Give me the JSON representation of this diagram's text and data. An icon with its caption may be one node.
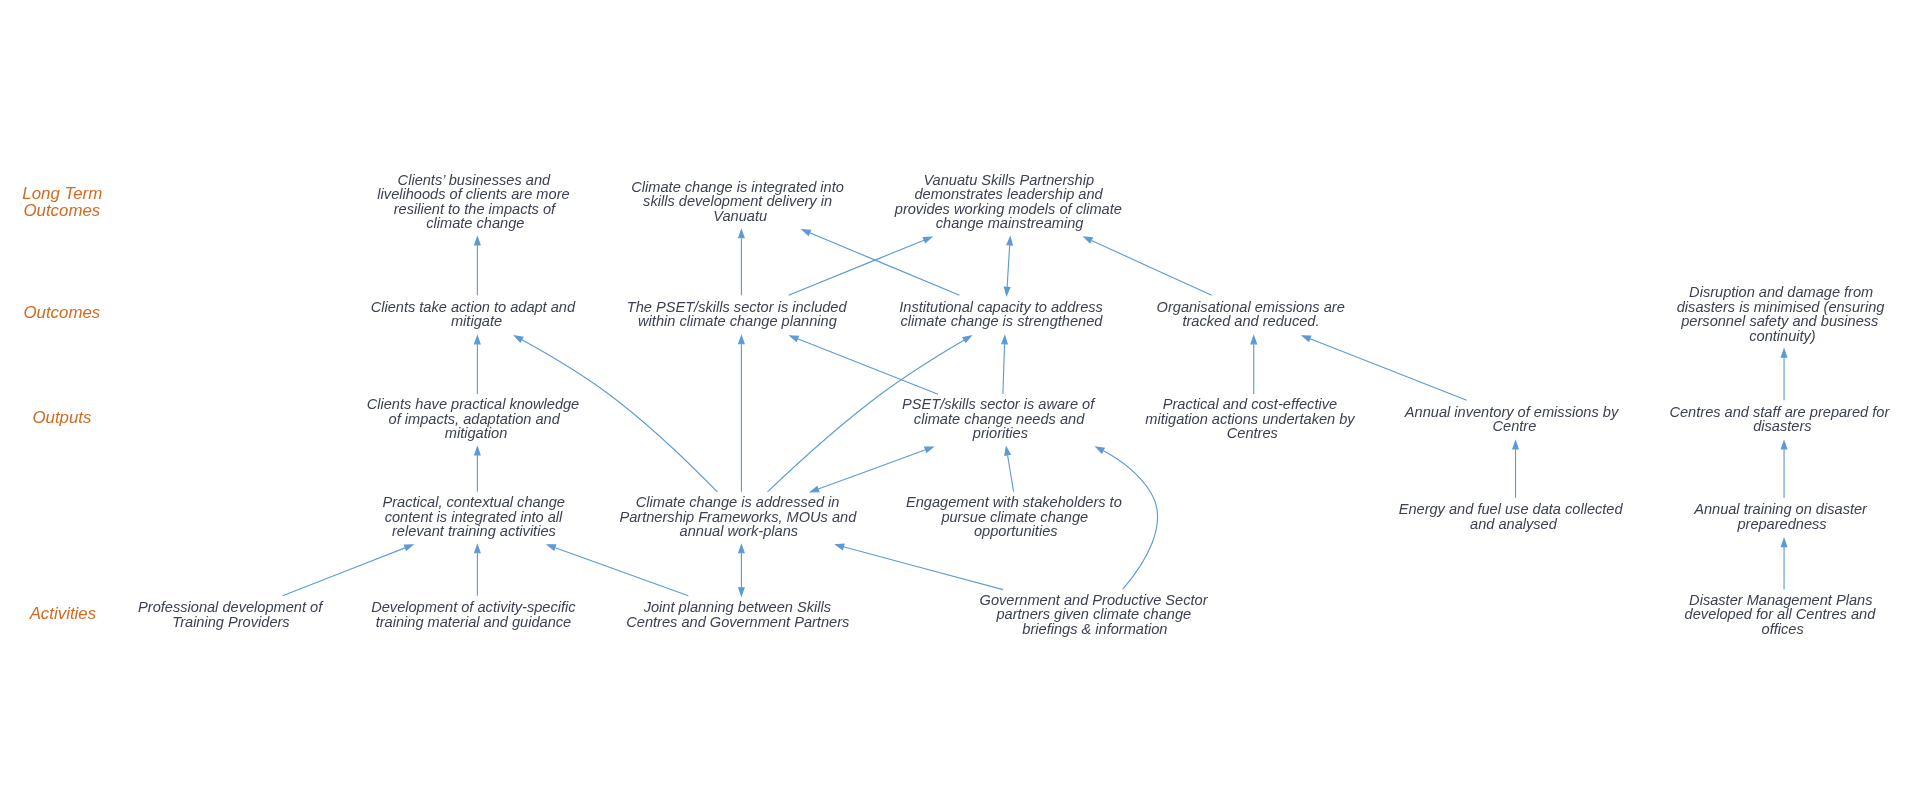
{
  "diagram": {
    "nodes": [
      {
        "text": [
          "Clients’ businesses and livelihoods of clients are more resilient to the impacts of climate change"
        ]
      },
      {
        "text": [
          "Climate change is integrated into skills development delivery in Vanuatu"
        ]
      },
      {
        "text": [
          "Vanuatu Skills Partnership demonstrates leadership and provides working models of climate change mainstreaming"
        ]
      },
      {
        "text": [
          "Disruption and damage from disasters is minimised (ensuring personnel safety and business continuity)"
        ]
      },
      {
        "text": [
          "Clients take action to adapt and mitigate"
        ]
      },
      {
        "text": [
          "The PSET/skills sector is included within climate change planning"
        ]
      },
      {
        "text": [
          "Institutional capacity to address climate change is strengthened"
        ]
      },
      {
        "text": [
          "Organisational emissions are tracked and reduced."
        ]
      },
      {
        "text": [
          "Centres and staff are prepared for disasters"
        ]
      },
      {
        "text": [
          "Clients have practical knowledge of impacts, adaptation and mitigation"
        ]
      },
      {
        "text": [
          "Practical, contextual change content is integrated into all relevant training activities"
        ]
      },
      {
        "text": [
          "Climate change is addressed in Partnership Frameworks, MOUs and annual work-plans"
        ]
      },
      {
        "text": [
          "PSET/skills sector is aware of climate change needs and priorities"
        ]
      },
      {
        "text": [
          "Annual inventory of emissions by Centre"
        ]
      },
      {
        "text": [
          "Annual training on disaster preparedness"
        ]
      },
      {
        "text": [
          "Disaster Management Plans developed for all Centres and offices"
        ]
      },
      {
        "text": [
          "Professional development of Training Providers"
        ]
      },
      {
        "text": [
          "Development of activity-specific training material and guidance"
        ]
      },
      {
        "text": [
          "Joint planning between Skills Centres and Government Partners"
        ]
      },
      {
        "text": [
          "Government and Productive Sector partners given climate change briefings & information"
        ]
      },
      {
        "text": [
          "Engagement with stakeholders to pursue climate change opportunities"
        ]
      },
      {
        "text": [
          "Energy and fuel use data collected and analysed"
        ]
      },
      {
        "text": [
          "Practical and cost-effective mitigation actions undertaken by Centres"
        ]
      }
    ],
    "edges": [
      {
        "from": 15,
        "to": 14,
        "arrow": "to"
      },
      {
        "from": 14,
        "to": 8,
        "arrow": "to"
      },
      {
        "from": 8,
        "to": 3,
        "arrow": "to"
      },
      {
        "from": 16,
        "to": 10,
        "arrow": "to"
      },
      {
        "from": 17,
        "to": 10,
        "arrow": "to"
      },
      {
        "from": 18,
        "to": 10,
        "arrow": "to"
      },
      {
        "from": 10,
        "to": 9,
        "arrow": "to"
      },
      {
        "from": 9,
        "to": 4,
        "arrow": "to"
      },
      {
        "from": 4,
        "to": 0,
        "arrow": "to"
      },
      {
        "from": 18,
        "to": 11,
        "arrow": "both"
      },
      {
        "from": 11,
        "to": 12,
        "arrow": "both"
      },
      {
        "from": 19,
        "to": 11,
        "arrow": "to"
      },
      {
        "from": 19,
        "to": 12,
        "arrow": "to"
      },
      {
        "from": 20,
        "to": 12,
        "arrow": "to"
      },
      {
        "from": 11,
        "to": 4,
        "arrow": "to"
      },
      {
        "from": 11,
        "to": 5,
        "arrow": "to"
      },
      {
        "from": 11,
        "to": 6,
        "arrow": "to"
      },
      {
        "from": 12,
        "to": 6,
        "arrow": "to"
      },
      {
        "from": 12,
        "to": 5,
        "arrow": "to"
      },
      {
        "from": 5,
        "to": 1,
        "arrow": "to"
      },
      {
        "from": 5,
        "to": 2,
        "arrow": "to"
      },
      {
        "from": 6,
        "to": 2,
        "arrow": "both"
      },
      {
        "from": 6,
        "to": 1,
        "arrow": "to"
      },
      {
        "from": 7,
        "to": 2,
        "arrow": "to"
      },
      {
        "from": 21,
        "to": 13,
        "arrow": "to"
      },
      {
        "from": 13,
        "to": 7,
        "arrow": "to"
      },
      {
        "from": 22,
        "to": 7,
        "arrow": "to"
      }
    ],
    "labels": [
      "Long Term Outcomes",
      "Outcomes",
      "Outputs",
      "Activities"
    ]
  }
}
